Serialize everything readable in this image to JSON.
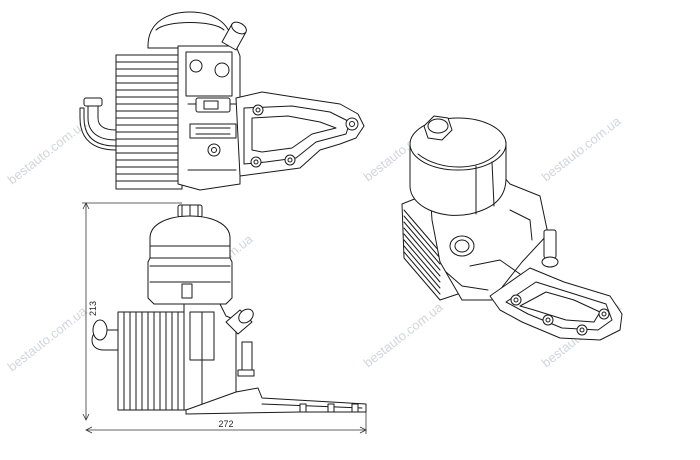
{
  "dimensions": {
    "height": "213",
    "width": "272"
  },
  "watermark": "bestauto.com.ua",
  "colors": {
    "line": "#1a1a1a",
    "watermark": "#c8cfd8",
    "background": "#ffffff"
  }
}
